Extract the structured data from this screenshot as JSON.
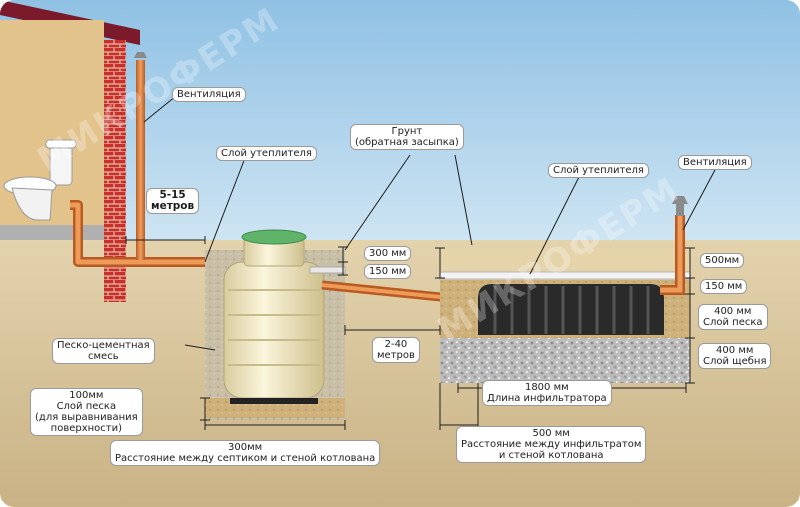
{
  "labels": {
    "ventilation_left": "Вентиляция",
    "distance_house": [
      "5-15",
      "метров"
    ],
    "insulation_left": "Слой утеплителя",
    "soil": [
      "Грунт",
      "(обратная засыпка)"
    ],
    "insulation_right": "Слой утеплителя",
    "ventilation_right": "Вентиляция",
    "dim_300": "300 мм",
    "dim_150_left": "150 мм",
    "dim_500": "500мм",
    "dim_150_right": "150 мм",
    "sand_layer_right": [
      "400 мм",
      "Слой песка"
    ],
    "gravel_layer": [
      "400 мм",
      "Слой щебня"
    ],
    "sand_cement": [
      "Песко-цементная",
      "смесь"
    ],
    "distance_between": [
      "2-40",
      "метров"
    ],
    "infiltrator_length": [
      "1800 мм",
      "Длина инфильтратора"
    ],
    "sand_bed": [
      "100мм",
      "Слой песка",
      "(для выравнивания",
      "поверхности)"
    ],
    "pit_gap_septic": [
      "300мм",
      "Расстояние между септиком и стеной котлована"
    ],
    "pit_gap_infiltrator": [
      "500 мм",
      "Расстояние между инфильтратом",
      "и стеной котлована"
    ]
  },
  "watermark": "МИКРОФЕРМ",
  "colors": {
    "sky": "#a9cfe9",
    "ground": "#d7c49a",
    "pipe": "#d9773a",
    "tank": "#efe6c4",
    "lid": "#5fb46a",
    "brick": "#c8302a",
    "wall": "#e2c38c",
    "infiltrator": "#2a2a2a"
  }
}
